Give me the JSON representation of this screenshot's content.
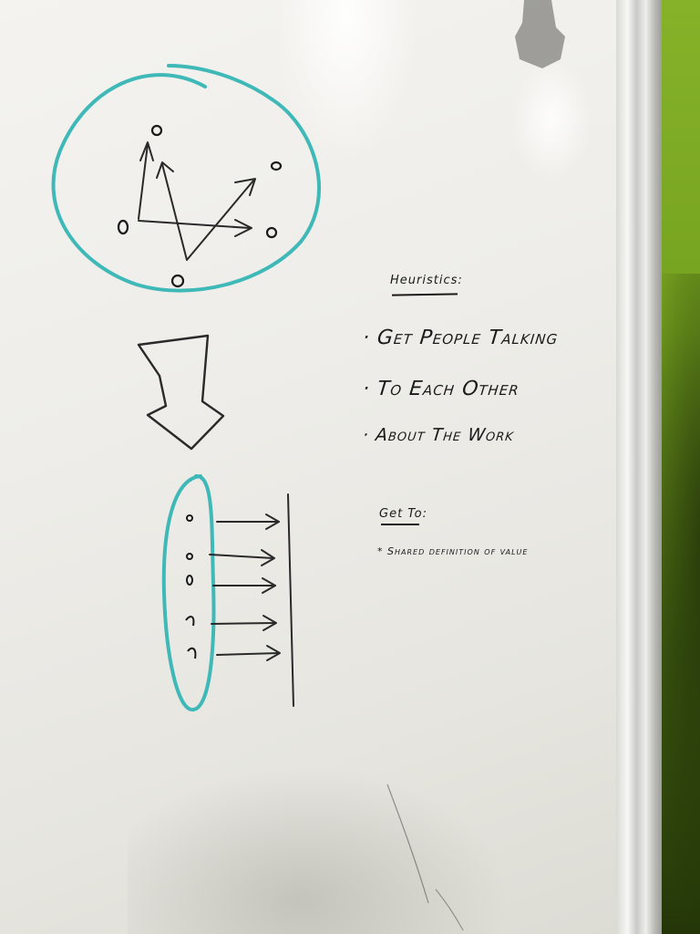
{
  "scene": {
    "heuristics": {
      "heading": "Heuristics:",
      "items": [
        "· Get People Talking",
        "· To Each Other",
        "· About The Work"
      ]
    },
    "get_to": {
      "heading": "Get To:",
      "items": [
        "* Shared definition of value"
      ]
    }
  },
  "colors": {
    "marker_black": "#1a1a1a",
    "marker_teal": "#3fb8b8",
    "wall_green": "#75a21f",
    "board_white": "#efeeea"
  }
}
